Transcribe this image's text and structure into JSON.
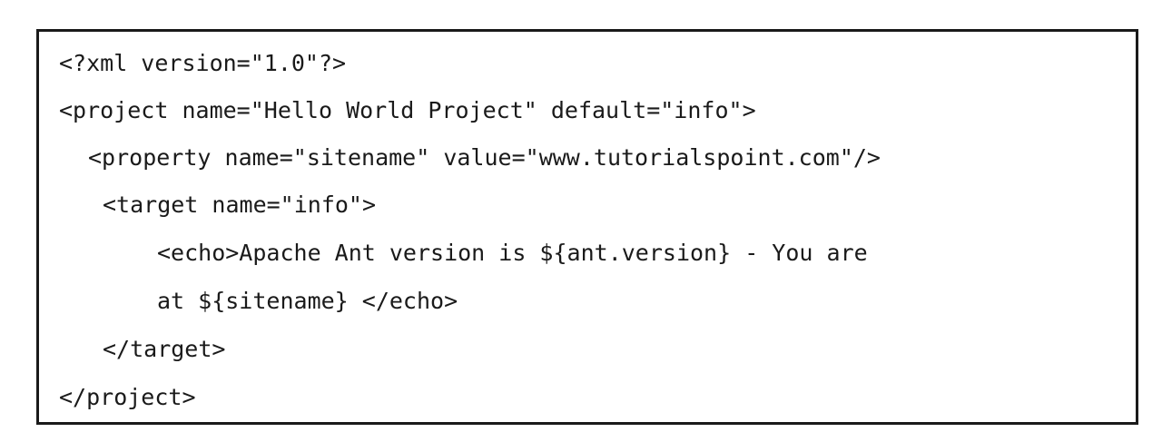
{
  "code_block": {
    "lines": [
      "<?xml version=\"1.0\"?>",
      "<project name=\"Hello World Project\" default=\"info\">",
      "<property name=\"sitename\" value=\"www.tutorialspoint.com\"/>",
      "<target name=\"info\">",
      "<echo>Apache Ant version is ${ant.version} - You are",
      "at ${sitename} </echo>",
      "</target>",
      "</project>"
    ]
  }
}
